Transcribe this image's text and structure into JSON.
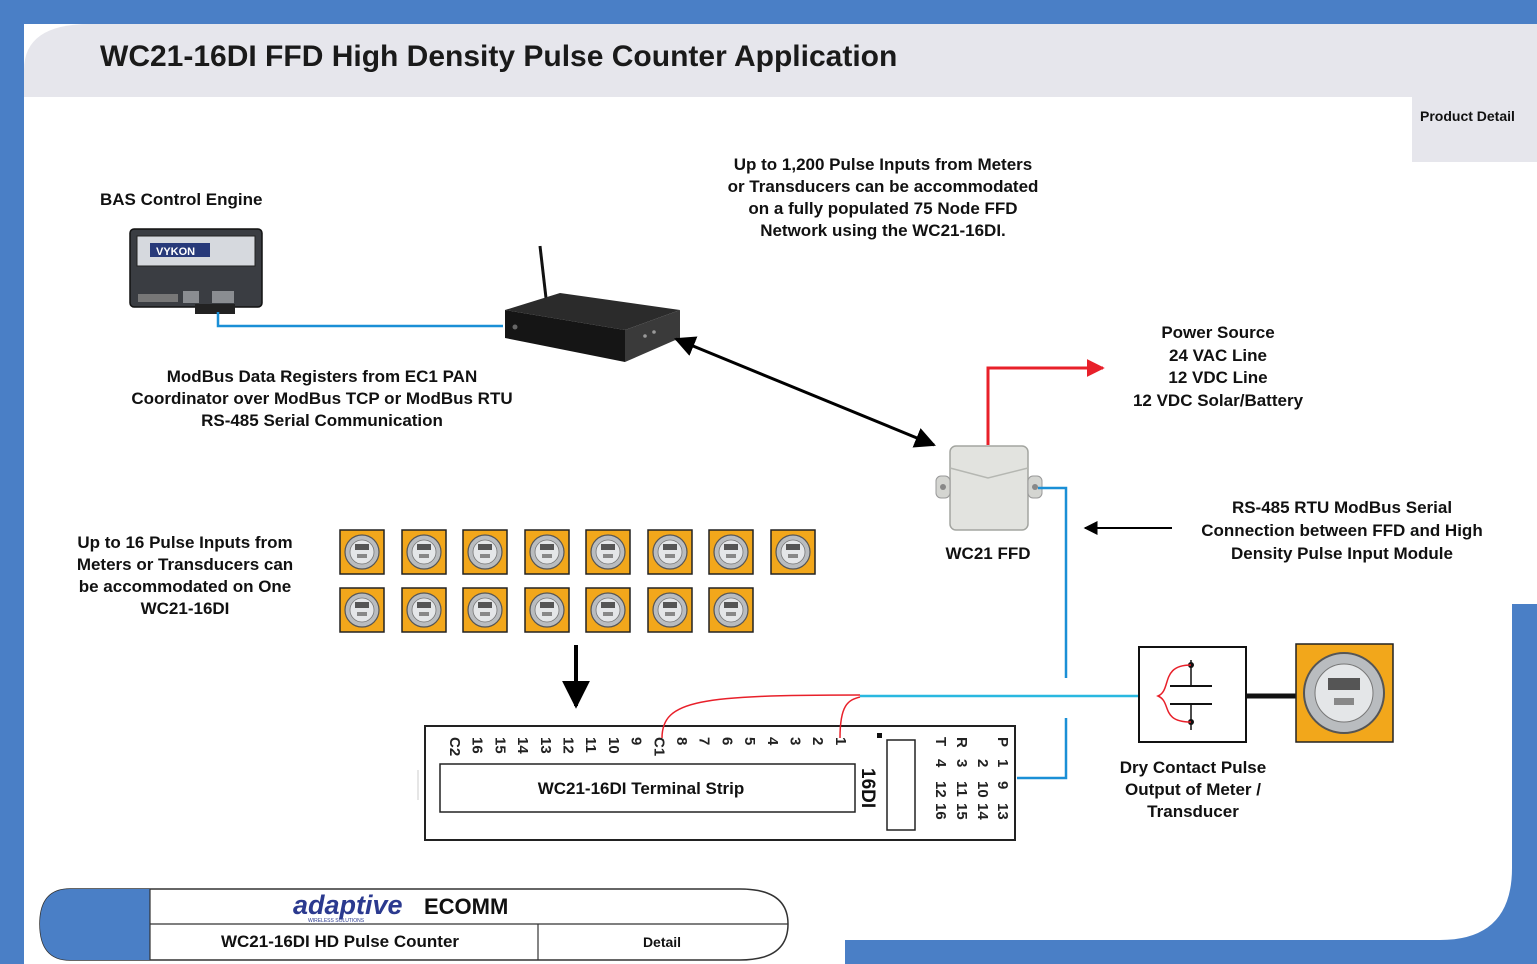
{
  "title": "WC21-16DI FFD High Density Pulse Counter Application",
  "tab": {
    "product_detail": "Product Detail"
  },
  "labels": {
    "bas_engine": "BAS Control Engine",
    "device_brand": "VYKON",
    "capacity_network": [
      "Up to 1,200 Pulse Inputs from Meters",
      "or Transducers can be accommodated",
      "on a fully populated 75 Node FFD",
      "Network using the WC21-16DI."
    ],
    "modbus": [
      "ModBus Data Registers from EC1 PAN",
      "Coordinator over ModBus TCP or ModBus RTU",
      "RS-485 Serial Communication"
    ],
    "power": [
      "Power Source",
      "24 VAC Line",
      "12 VDC Line",
      "12 VDC Solar/Battery"
    ],
    "rs485": [
      "RS-485 RTU ModBus Serial",
      "Connection between FFD and High",
      "Density Pulse Input Module"
    ],
    "ffd": "WC21 FFD",
    "capacity_module": [
      "Up to 16 Pulse Inputs from",
      "Meters or Transducers can",
      "be accommodated on One",
      "WC21-16DI"
    ],
    "terminal_strip": "WC21-16DI Terminal Strip",
    "module_name": "16DI",
    "dry_contact": [
      "Dry Contact Pulse",
      "Output of Meter /",
      "Transducer"
    ]
  },
  "terminals": {
    "left_block": [
      "C2",
      "16",
      "15",
      "14",
      "13",
      "12",
      "11",
      "10",
      "9",
      "C1",
      "8",
      "7",
      "6",
      "5",
      "4",
      "3",
      "2",
      "1"
    ],
    "right_rows": [
      [
        "P",
        "1",
        "9",
        "13"
      ],
      [
        "",
        "2",
        "10",
        "14"
      ],
      [
        "R",
        "3",
        "11",
        "15"
      ],
      [
        "T",
        "4",
        "12",
        "16"
      ]
    ]
  },
  "footer": {
    "logo": "adaptive",
    "logo_sub": "WIRELESS SOLUTIONS",
    "company": "ECOMM",
    "doc_title": "WC21-16DI HD Pulse Counter",
    "doc_type": "Detail"
  },
  "colors": {
    "frame_blue": "#4a7fc6",
    "power_red": "#e8202a",
    "serial_blue": "#1a8fd6",
    "pulse_cyan": "#29b8e0"
  }
}
